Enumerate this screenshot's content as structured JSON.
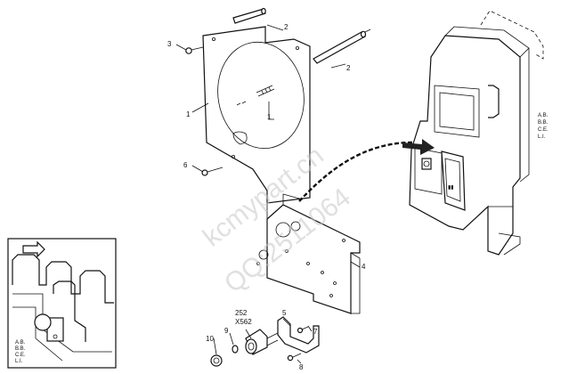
{
  "callouts": {
    "c1a": "1",
    "c1b": "1",
    "c2a": "2",
    "c2b": "2",
    "c3": "3",
    "c4": "4",
    "c5": "5",
    "c6": "6",
    "c7": "7",
    "c8": "8",
    "c9": "9",
    "c10": "10"
  },
  "connector_codes": [
    "252",
    "X562"
  ],
  "variant_codes_main": [
    "A.B.",
    "B.B.",
    "C.E.",
    "L.I."
  ],
  "variant_codes_inset": [
    "A.B.",
    "B.B.",
    "C.E.",
    "L.I."
  ],
  "watermark": [
    "kcmypart.cn",
    "QQ:2511064"
  ]
}
